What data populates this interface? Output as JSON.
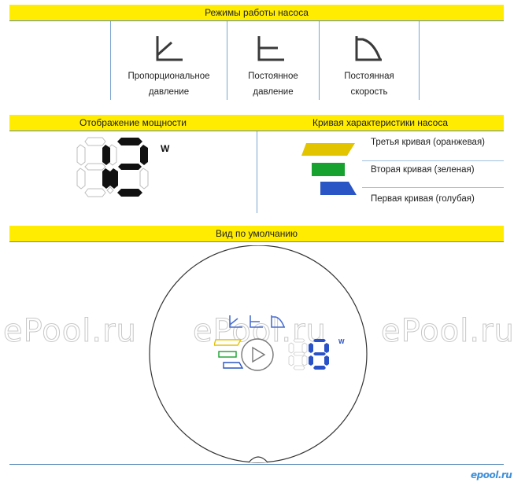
{
  "sections": {
    "modes_title": "Режимы работы насоса",
    "power_title": "Отображение мощности",
    "curve_title": "Кривая характеристики насоса",
    "default_title": "Вид по умолчанию"
  },
  "modes": [
    {
      "icon": "proportional-pressure-icon",
      "line1": "Пропорциональное",
      "line2": "давление"
    },
    {
      "icon": "constant-pressure-icon",
      "line1": "Постоянное",
      "line2": "давление"
    },
    {
      "icon": "constant-speed-icon",
      "line1": "Постоянная",
      "line2": "скорость"
    }
  ],
  "power_display": {
    "value": "12",
    "unit": "W"
  },
  "curves": [
    {
      "label": "Третья кривая (оранжевая)",
      "color": "#e3c400"
    },
    {
      "label": "Вторая кривая (зеленая)",
      "color": "#17a12e"
    },
    {
      "label": "Первая кривая (голубая)",
      "color": "#2a55c4"
    }
  ],
  "default_view": {
    "display_unit": "W"
  },
  "watermarks": [
    "ePool.ru",
    "ePool.ru",
    "ePool.ru"
  ],
  "footer_logo": "epool.ru",
  "colors": {
    "bar": "#ffec00",
    "rule": "#5a8ab8",
    "digit_on": "#111111",
    "digit_blue": "#2a52c8"
  }
}
